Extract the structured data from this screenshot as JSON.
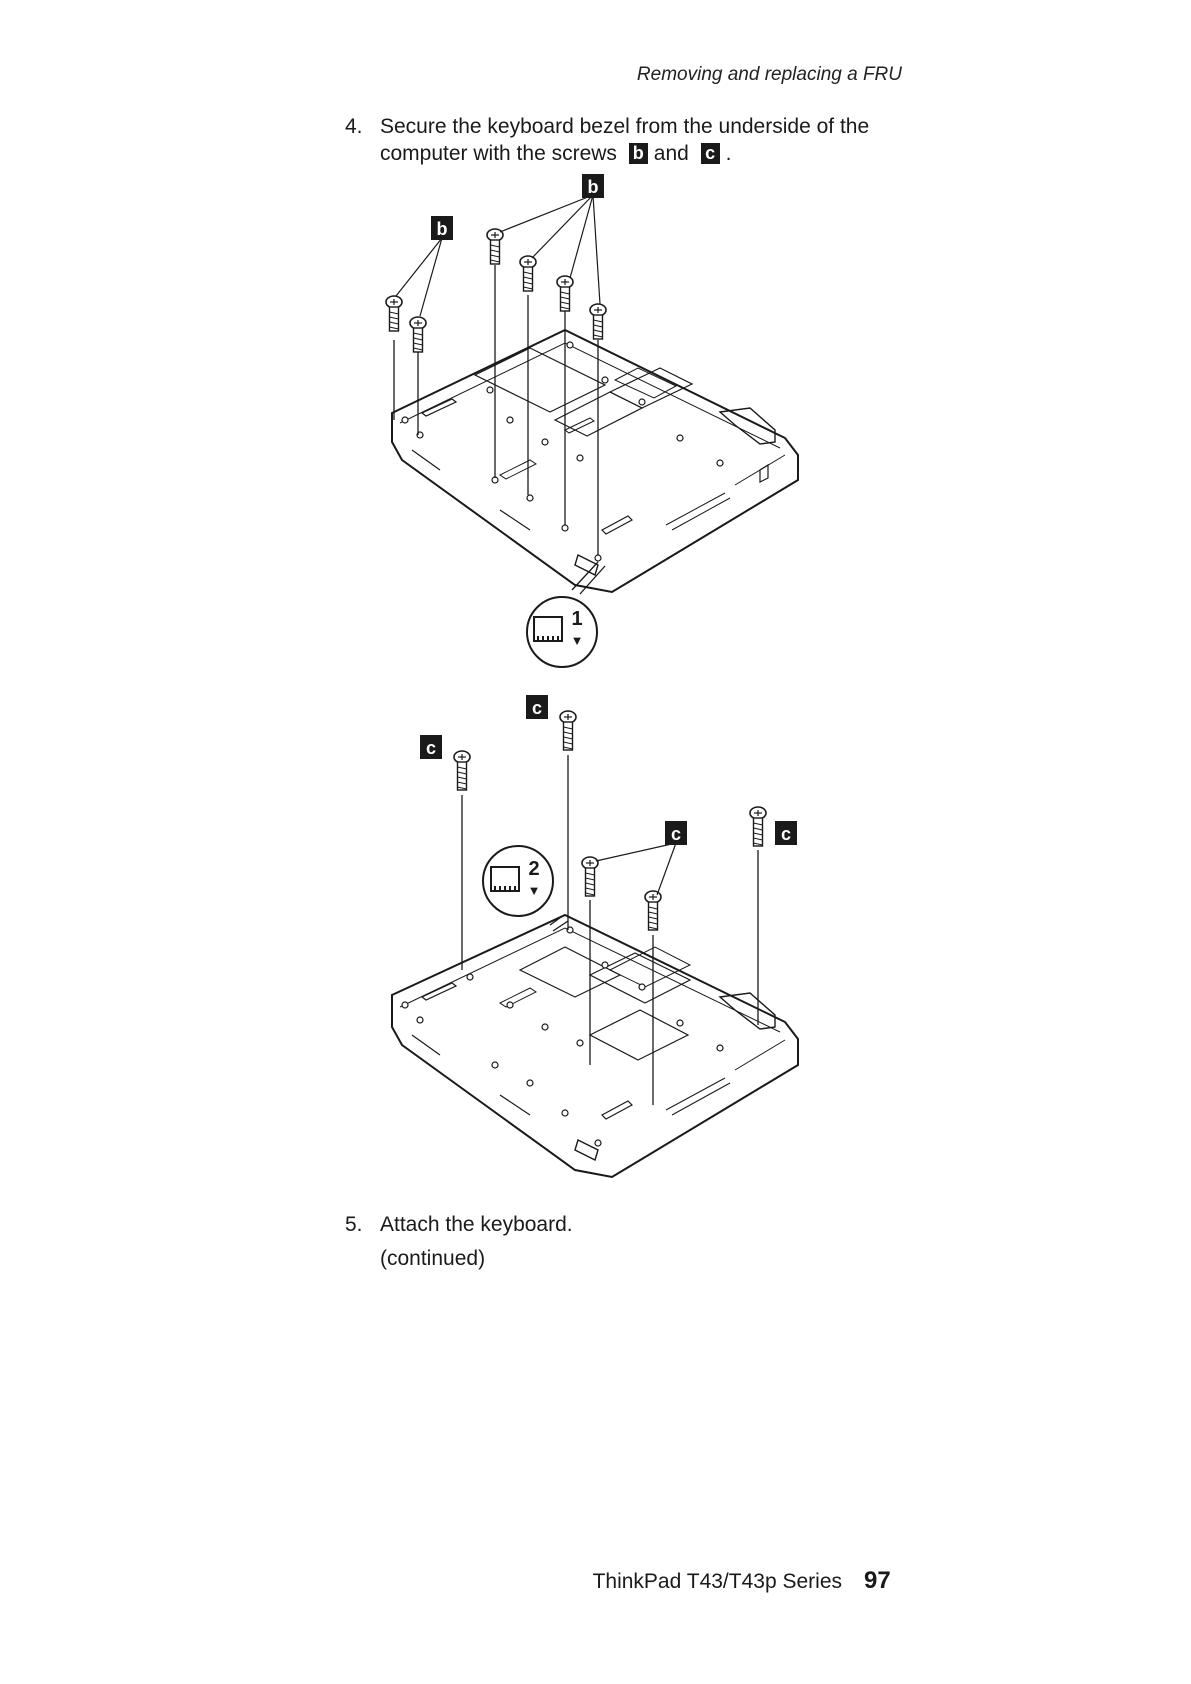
{
  "header": {
    "running_title": "Removing and replacing a FRU"
  },
  "step4": {
    "number": "4.",
    "line1": "Secure the keyboard bezel from the underside of the",
    "line2_prefix": "computer with the screws",
    "key_b": "b",
    "conj": "and",
    "key_c": "c",
    "line2_suffix": "."
  },
  "figure1": {
    "callouts": [
      "b",
      "b"
    ],
    "badge_number": "1",
    "badge_arrow": "▼"
  },
  "figure2": {
    "callouts": [
      "c",
      "c",
      "c",
      "c"
    ],
    "badge_number": "2",
    "badge_arrow": "▼"
  },
  "step5": {
    "number": "5.",
    "text": "Attach the keyboard.",
    "note": "(continued)"
  },
  "footer": {
    "title": "ThinkPad T43/T43p Series",
    "page_number": "97"
  }
}
